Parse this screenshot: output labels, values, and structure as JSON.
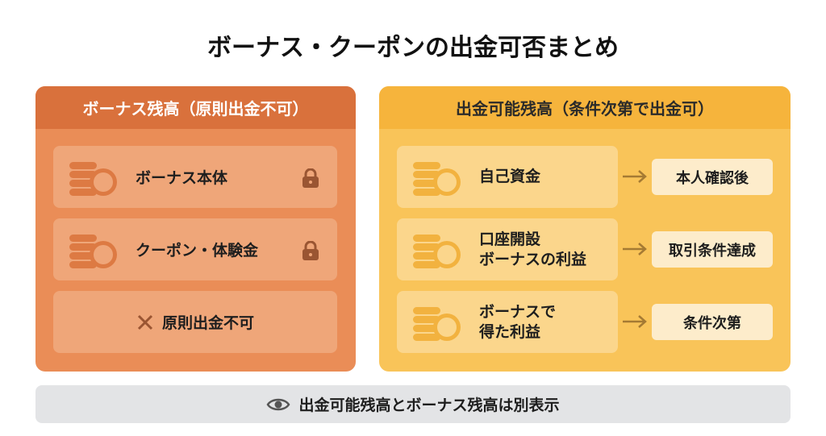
{
  "title": "ボーナス・クーポンの出金可否まとめ",
  "left": {
    "header": "ボーナス残高（原則出金不可）",
    "items": [
      {
        "label": "ボーナス本体",
        "icon": "lock-icon"
      },
      {
        "label": "クーポン・体験金",
        "icon": "lock-icon"
      }
    ],
    "note": "原則出金不可",
    "colors": {
      "header": "#d9713c",
      "body": "#ea8d57"
    }
  },
  "right": {
    "header": "出金可能残高（条件次第で出金可）",
    "items": [
      {
        "line1": "自己資金",
        "line2": "",
        "result": "本人確認後"
      },
      {
        "line1": "口座開設",
        "line2": "ボーナスの利益",
        "result": "取引条件達成"
      },
      {
        "line1": "ボーナスで",
        "line2": "得た利益",
        "result": "条件次第"
      }
    ],
    "colors": {
      "header": "#f6b43c",
      "body": "#f9c459"
    }
  },
  "footer": "出金可能残高とボーナス残高は別表示"
}
